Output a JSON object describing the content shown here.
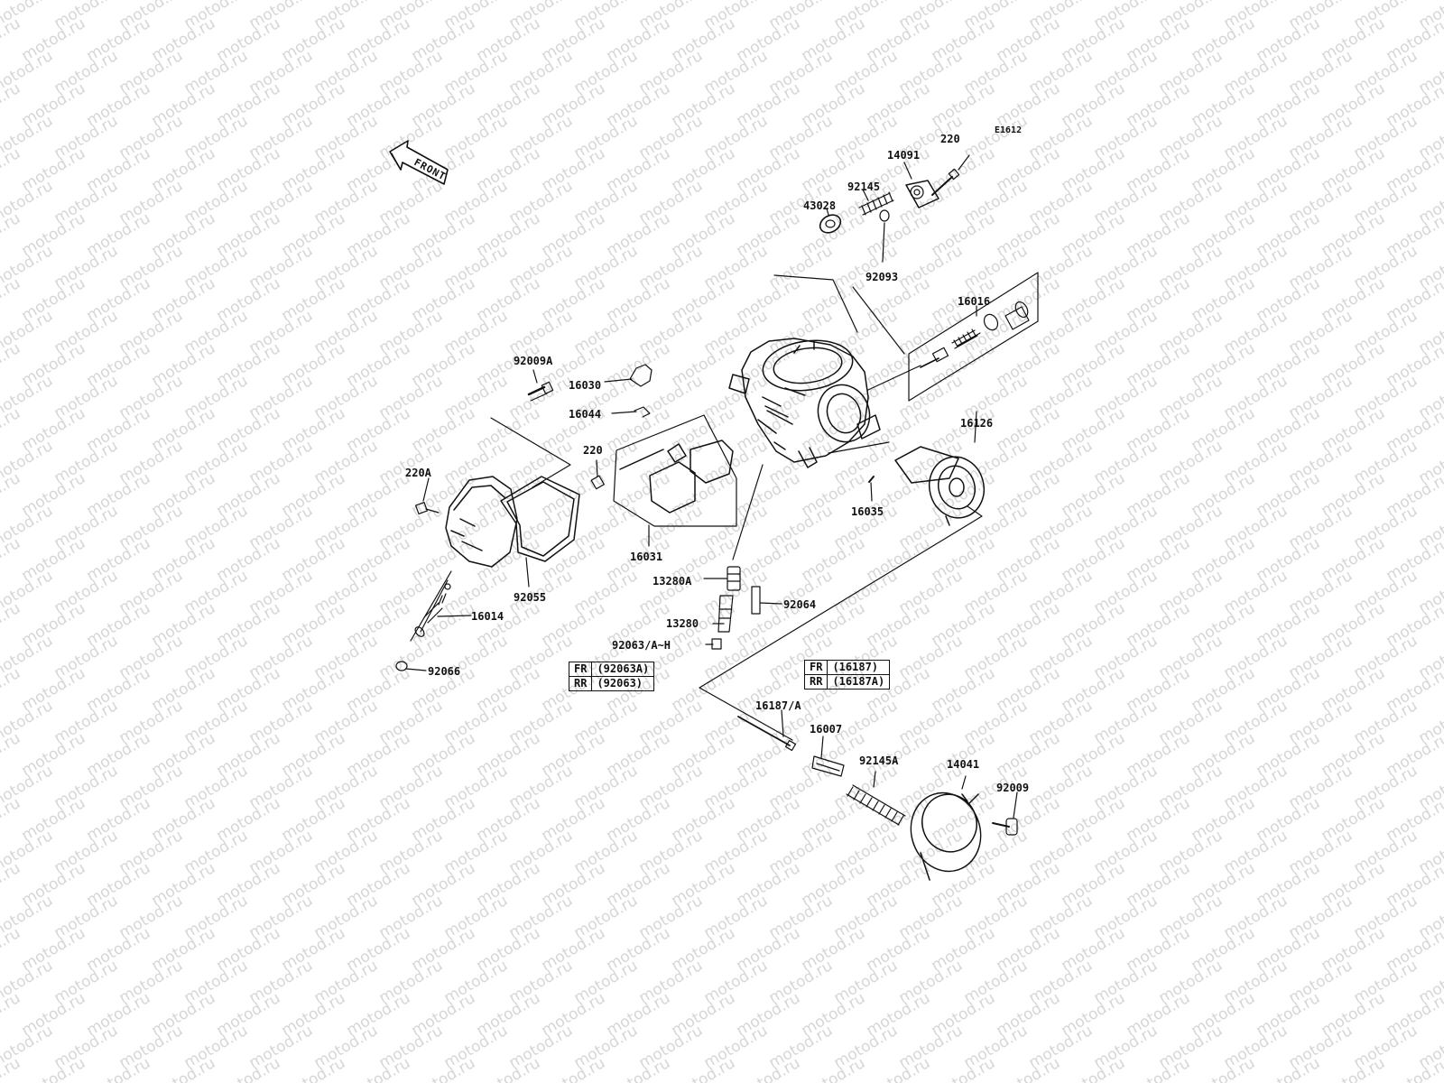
{
  "watermark": "motod.ru",
  "diagram_code": "E1612",
  "front_label": "FRONT",
  "parts": {
    "p220_top": "220",
    "p14091": "14091",
    "p92145": "92145",
    "p43028": "43028",
    "p92093": "92093",
    "p16016": "16016",
    "p92009A": "92009A",
    "p16030": "16030",
    "p16044": "16044",
    "p220_mid": "220",
    "p220A": "220A",
    "p16126": "16126",
    "p16035": "16035",
    "p16031": "16031",
    "p92055": "92055",
    "p16014": "16014",
    "p92066": "92066",
    "p13280A": "13280A",
    "p92064": "92064",
    "p13280": "13280",
    "p92063": "92063/A~H",
    "p16187": "16187/A",
    "p16007": "16007",
    "p92145A": "92145A",
    "p14041": "14041",
    "p92009": "92009"
  },
  "variant_tables": {
    "jet": [
      {
        "pos": "FR",
        "part": "(92063A)"
      },
      {
        "pos": "RR",
        "part": "(92063)"
      }
    ],
    "screw": [
      {
        "pos": "FR",
        "part": "(16187)"
      },
      {
        "pos": "RR",
        "part": "(16187A)"
      }
    ]
  }
}
